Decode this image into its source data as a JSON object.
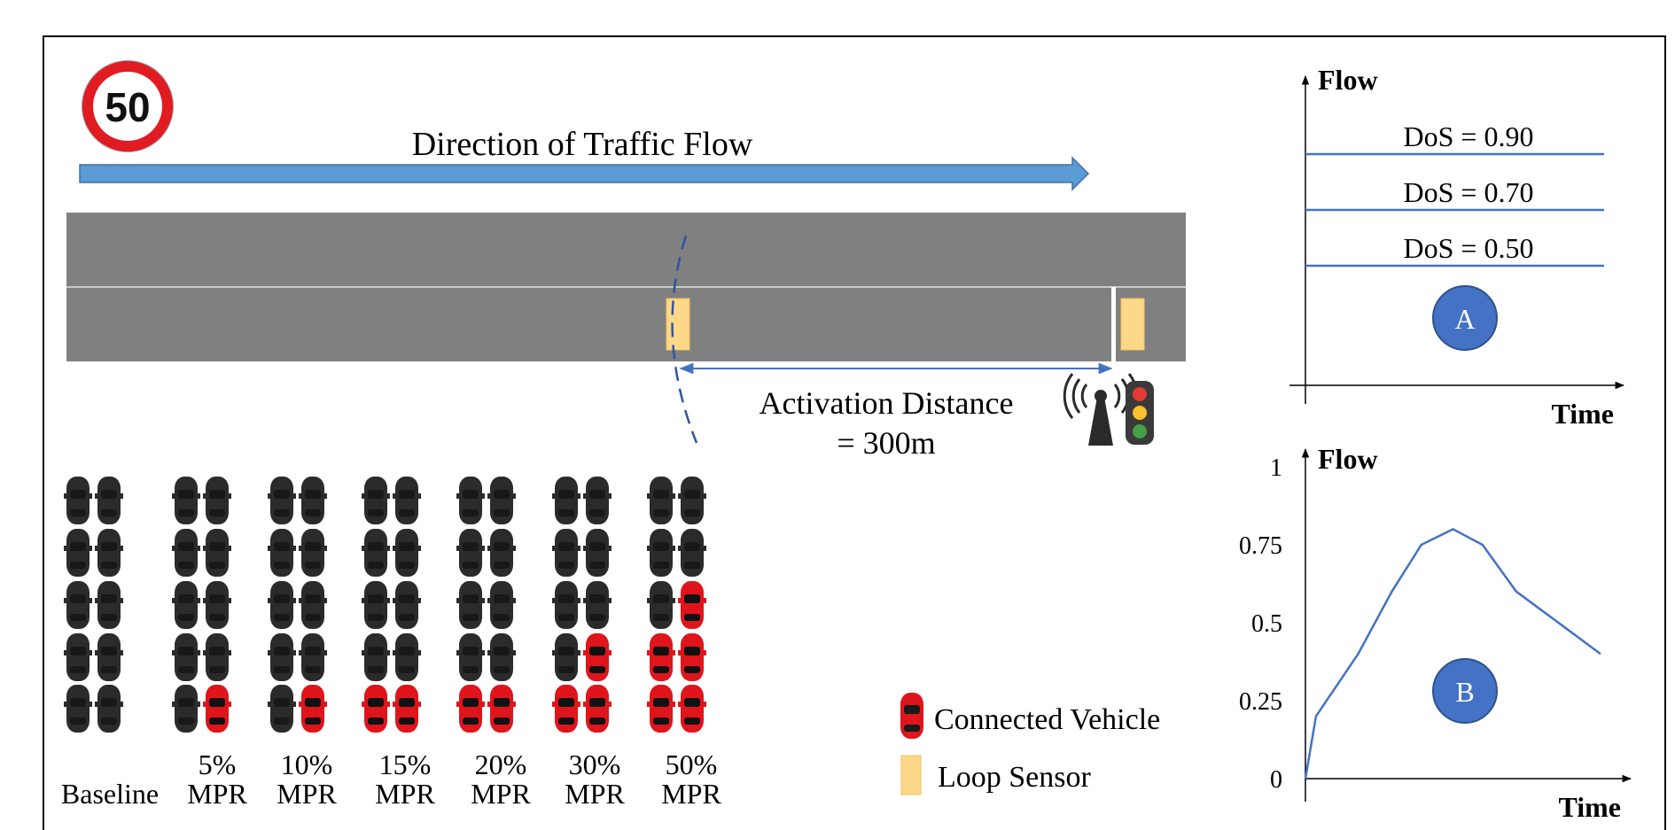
{
  "speed_sign": {
    "value": "50"
  },
  "direction_label": "Direction of Traffic Flow",
  "activation": {
    "line1": "Activation Distance",
    "line2": "= 300m"
  },
  "scenarios": [
    {
      "label_top": "",
      "label_bottom": "Baseline",
      "connected": 0
    },
    {
      "label_top": "5%",
      "label_bottom": "MPR",
      "connected": 1
    },
    {
      "label_top": "10%",
      "label_bottom": "MPR",
      "connected": 1
    },
    {
      "label_top": "15%",
      "label_bottom": "MPR",
      "connected": 2
    },
    {
      "label_top": "20%",
      "label_bottom": "MPR",
      "connected": 2
    },
    {
      "label_top": "30%",
      "label_bottom": "MPR",
      "connected": 3
    },
    {
      "label_top": "50%",
      "label_bottom": "MPR",
      "connected": 5
    }
  ],
  "legend": {
    "connected_vehicle": "Connected Vehicle",
    "loop_sensor": "Loop Sensor"
  },
  "colors": {
    "road": "#808080",
    "arrow": "#5B9BD5",
    "chart_line": "#4472C4",
    "badge": "#4472C4",
    "car_dark": "#2b2b2b",
    "car_connected": "#e0141b",
    "sensor": "#FCD888",
    "sign_ring": "#e11b22"
  },
  "chart_data": [
    {
      "type": "line",
      "ylabel": "Flow",
      "xlabel": "Time",
      "badge": "A",
      "series": [
        {
          "label": "DoS = 0.90",
          "value": 0.9
        },
        {
          "label": "DoS = 0.70",
          "value": 0.7
        },
        {
          "label": "DoS = 0.50",
          "value": 0.5
        }
      ]
    },
    {
      "type": "line",
      "ylabel": "Flow",
      "xlabel": "Time",
      "badge": "B",
      "yticks": [
        "0",
        "0.25",
        "0.5",
        "0.75",
        "1"
      ],
      "ylim": [
        0,
        1
      ],
      "x": [
        0,
        1,
        2,
        3,
        4,
        5,
        6,
        7,
        8
      ],
      "y": [
        0,
        0.2,
        0.4,
        0.6,
        0.75,
        0.8,
        0.75,
        0.6,
        0.4
      ]
    }
  ]
}
